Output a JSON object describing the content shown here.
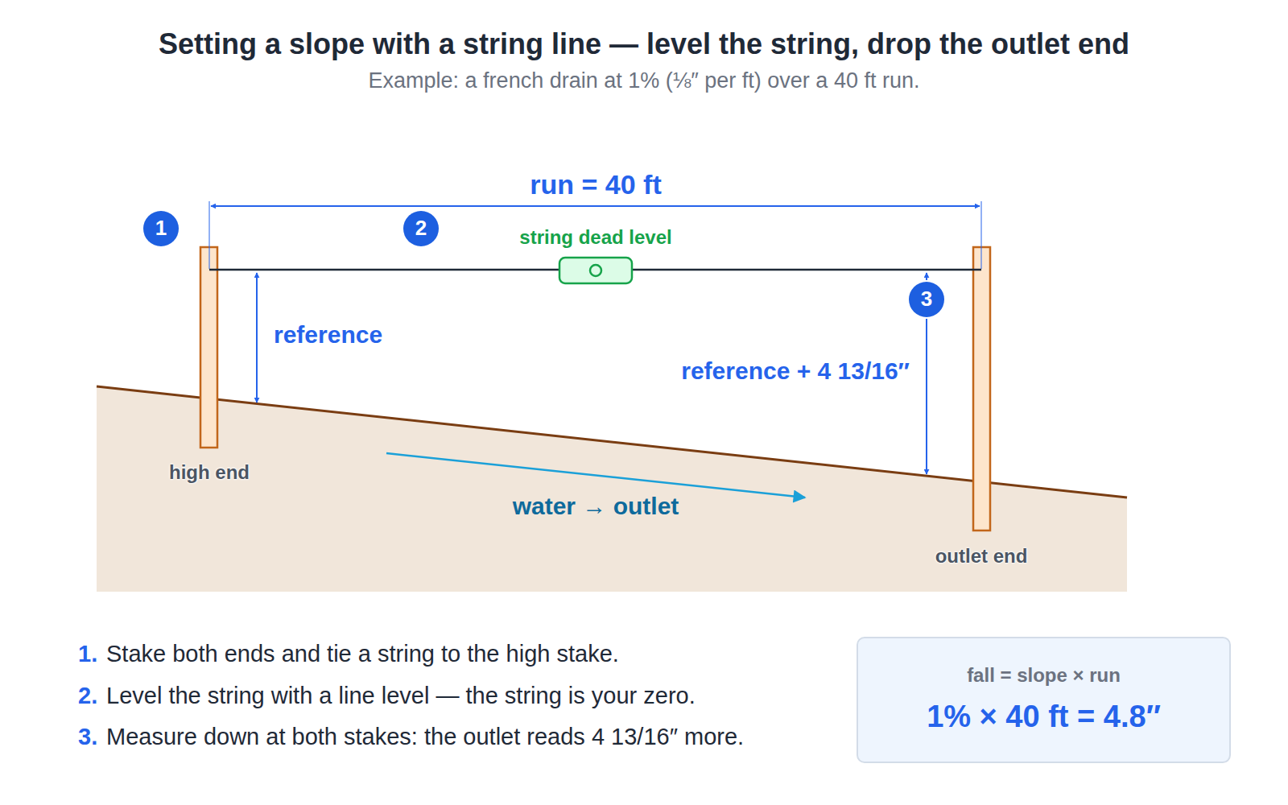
{
  "diagram": {
    "title": "Setting a slope with a string line — level the string, drop the outlet end",
    "caption": "Example: a french drain at 1% (⅛″ per ft) over a 40 ft run.",
    "nodes": [
      {
        "text": [
          "fall = slope × run",
          "1% × 40 ft = 4.8″"
        ]
      }
    ],
    "labels": [
      "run = 40 ft",
      "1",
      "2",
      "string dead level",
      "3",
      "reference",
      "reference + 4 13/16″",
      "high end",
      "water → outlet",
      "outlet end",
      "1.",
      "Stake both ends and tie a string to the high stake.",
      "2.",
      "Level the string with a line level — the string is your zero.",
      "3.",
      "Measure down at both stakes: the outlet reads 4 13/16″ more."
    ]
  }
}
